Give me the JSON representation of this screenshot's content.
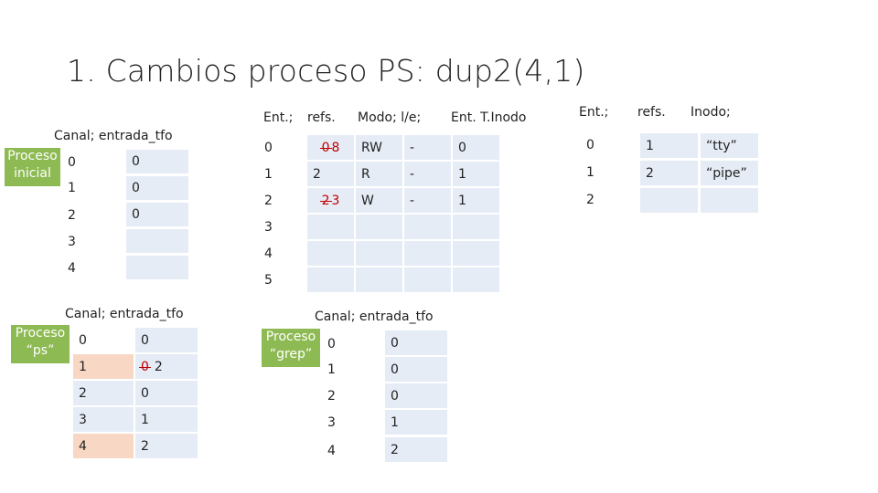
{
  "title": "1. Cambios proceso PS: dup2(4,1)",
  "init_table": {
    "header": "Canal; entrada_tfo",
    "proc_label": "Proceso\ninicial",
    "rows": [
      {
        "fd": "0",
        "val": "0"
      },
      {
        "fd": "1",
        "val": "0"
      },
      {
        "fd": "2",
        "val": "0"
      },
      {
        "fd": "3",
        "val": ""
      },
      {
        "fd": "4",
        "val": ""
      }
    ]
  },
  "ps_table": {
    "header": "Canal; entrada_tfo",
    "proc_label": "Proceso\n“ps”",
    "rows": [
      {
        "fd": "0",
        "val": "0"
      },
      {
        "fd": "1",
        "val_old": "0",
        "val_new": "2"
      },
      {
        "fd": "2",
        "val": "0"
      },
      {
        "fd": "3",
        "val": "1"
      },
      {
        "fd": "4",
        "val": "2"
      }
    ]
  },
  "grep_table": {
    "header": "Canal; entrada_tfo",
    "proc_label": "Proceso\n“grep”",
    "rows": [
      {
        "fd": "0",
        "val": "0"
      },
      {
        "fd": "1",
        "val": "0"
      },
      {
        "fd": "2",
        "val": "0"
      },
      {
        "fd": "3",
        "val": "1"
      },
      {
        "fd": "4",
        "val": "2"
      }
    ]
  },
  "file_table": {
    "headers": {
      "ent": "Ent.;",
      "refs": "refs.",
      "modo": "Modo; l/e;",
      "inodo": "Ent. T.Inodo"
    },
    "rows": [
      {
        "ent": "0",
        "refs_old": "0",
        "refs_new": "8",
        "modo": "RW",
        "le": "-",
        "inodo": "0"
      },
      {
        "ent": "1",
        "refs": "2",
        "modo": "R",
        "le": "-",
        "inodo": "1"
      },
      {
        "ent": "2",
        "refs_old": "2",
        "refs_new": "3",
        "modo": "W",
        "le": "-",
        "inodo": "1"
      },
      {
        "ent": "3",
        "refs": "",
        "modo": "",
        "le": "",
        "inodo": ""
      },
      {
        "ent": "4",
        "refs": "",
        "modo": "",
        "le": "",
        "inodo": ""
      },
      {
        "ent": "5",
        "refs": "",
        "modo": "",
        "le": "",
        "inodo": ""
      }
    ]
  },
  "inode_table": {
    "headers": {
      "ent": "Ent.;",
      "refs": "refs.",
      "inodo": "Inodo;"
    },
    "rows": [
      {
        "ent": "0",
        "refs": "1",
        "inodo": "“tty”"
      },
      {
        "ent": "1",
        "refs": "2",
        "inodo": "“pipe”"
      },
      {
        "ent": "2",
        "refs": "",
        "inodo": ""
      }
    ]
  }
}
